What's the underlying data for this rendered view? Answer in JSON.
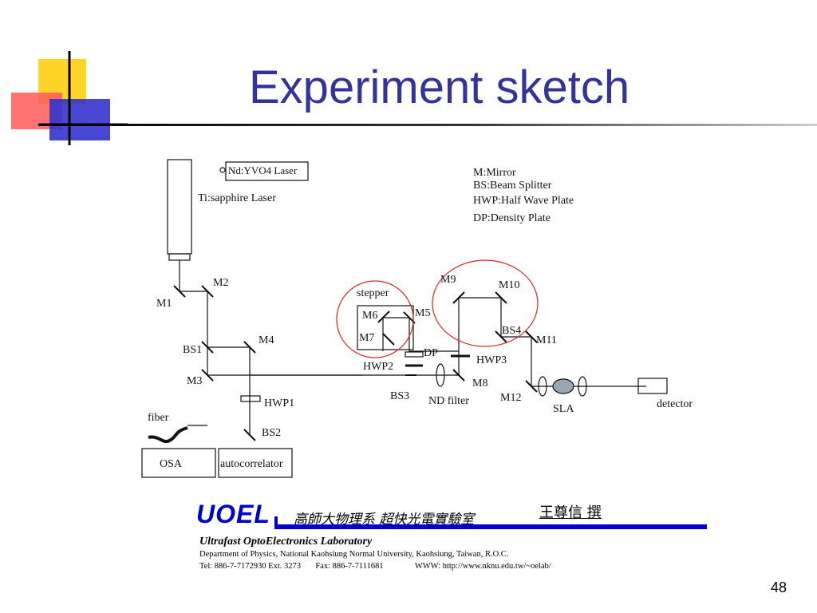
{
  "slide": {
    "title": "Experiment sketch",
    "page_number": "48"
  },
  "diagram": {
    "labels": {
      "nd_laser": "Nd:YVO4 Laser",
      "ti_laser": "Ti:sapphire Laser",
      "m1": "M1",
      "m2": "M2",
      "m3": "M3",
      "m4": "M4",
      "m5": "M5",
      "m6": "M6",
      "m7": "M7",
      "m8": "M8",
      "m9": "M9",
      "m10": "M10",
      "m11": "M11",
      "m12": "M12",
      "bs1": "BS1",
      "bs2": "BS2",
      "bs3": "BS3",
      "bs4": "BS4",
      "hwp1": "HWP1",
      "hwp2": "HWP2",
      "hwp3": "HWP3",
      "dp": "DP",
      "stepper": "stepper",
      "nd_filter": "ND filter",
      "sla": "SLA",
      "detector": "detector",
      "fiber": "fiber",
      "osa": "OSA",
      "autocorrelator": "autocorrelator"
    },
    "legend": [
      "M:Mirror",
      "BS:Beam Splitter",
      "HWP:Half Wave Plate",
      "DP:Density Plate"
    ]
  },
  "footer": {
    "logo": "UOEL",
    "lab_cn": "高師大物理系 超快光電實驗室",
    "author": "王尊信 撰",
    "lab_en": "Ultrafast OptoElectronics Laboratory",
    "department": "Department of Physics, National Kaohsiung Normal University, Kaohsiung, Taiwan, R.O.C.",
    "tel": "Tel: 886-7-7172930 Ext. 3273",
    "fax": "Fax: 886-7-7111681",
    "www": "WWW: http://www.nknu.edu.tw/~oelab/"
  },
  "colors": {
    "title": "#333399",
    "logo": "#0000cc",
    "highlight_circle": "#dd2222"
  }
}
